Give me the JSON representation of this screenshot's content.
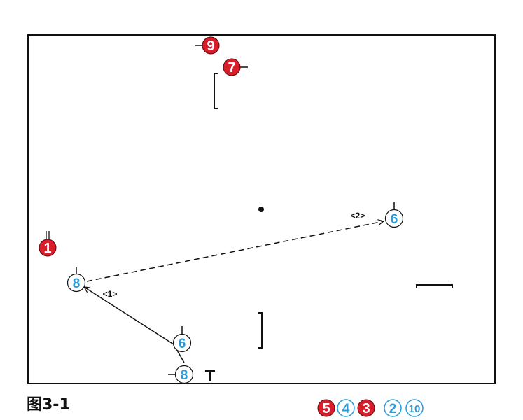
{
  "caption": "图3-1",
  "colors": {
    "red_team": "#d81e2a",
    "blue_team": "#2a9ad8",
    "blue_fill": "#ffffff",
    "line": "#111111"
  },
  "red_players_on_court": [
    {
      "number": "9"
    },
    {
      "number": "7"
    },
    {
      "number": "1"
    }
  ],
  "blue_players_on_court": [
    {
      "number": "6"
    },
    {
      "number": "8"
    },
    {
      "number": "6"
    },
    {
      "number": "8"
    }
  ],
  "passes": [
    {
      "label": "<1>",
      "style": "solid"
    },
    {
      "label": "<2>",
      "style": "dashed"
    }
  ],
  "coach_marker": "T",
  "substitutes": [
    {
      "number": "5",
      "team": "red"
    },
    {
      "number": "4",
      "team": "blue"
    },
    {
      "number": "3",
      "team": "red"
    },
    {
      "number": "2",
      "team": "blue"
    },
    {
      "number": "10",
      "team": "blue"
    }
  ]
}
